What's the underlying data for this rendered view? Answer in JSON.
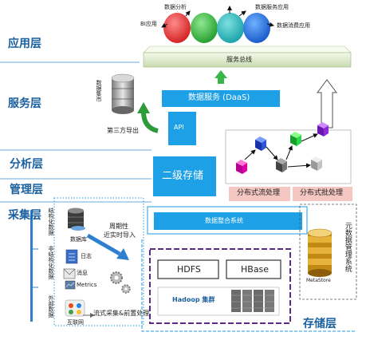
{
  "layers": {
    "app": "应用层",
    "service": "服务层",
    "analysis": "分析层",
    "manage": "管理层",
    "collect": "采集层",
    "storage": "存储层"
  },
  "apps": {
    "bi": "BI应用",
    "analysis": "数据分析",
    "service": "数据服务应用",
    "consume": "数据消费应用"
  },
  "service": {
    "bus": "服务总线",
    "daas": "数据服务 (DaaS)",
    "api": "API",
    "mart": "数据集市",
    "export": "第三方导出"
  },
  "analysis": {
    "secondary_storage": "二级存储",
    "stream": "分布式流处理",
    "batch": "分布式批处理"
  },
  "integration": "数据整合系统",
  "metadata": {
    "vertical_label": "元数据管理系统",
    "metastore": "MetaStore"
  },
  "storage": {
    "hdfs": "HDFS",
    "hbase": "HBase",
    "hadoop": "Hadoop 集群"
  },
  "collect": {
    "structured": "结构化数据",
    "unstructured": "非结构化数据",
    "external": "外部数据",
    "database": "数据库",
    "log": "日志",
    "message": "消息",
    "metrics": "Metrics",
    "internet": "互联网",
    "periodic_1": "周期性",
    "periodic_2": "近实时导入",
    "stream_collect": "流式采集&前置处理"
  },
  "colors": {
    "layer_text": "#1a5f9e",
    "accent_blue": "#1ea0e6",
    "green": "#2e9b3a",
    "pink": "#f4c7c3",
    "purple_dash": "#5b2a86"
  }
}
